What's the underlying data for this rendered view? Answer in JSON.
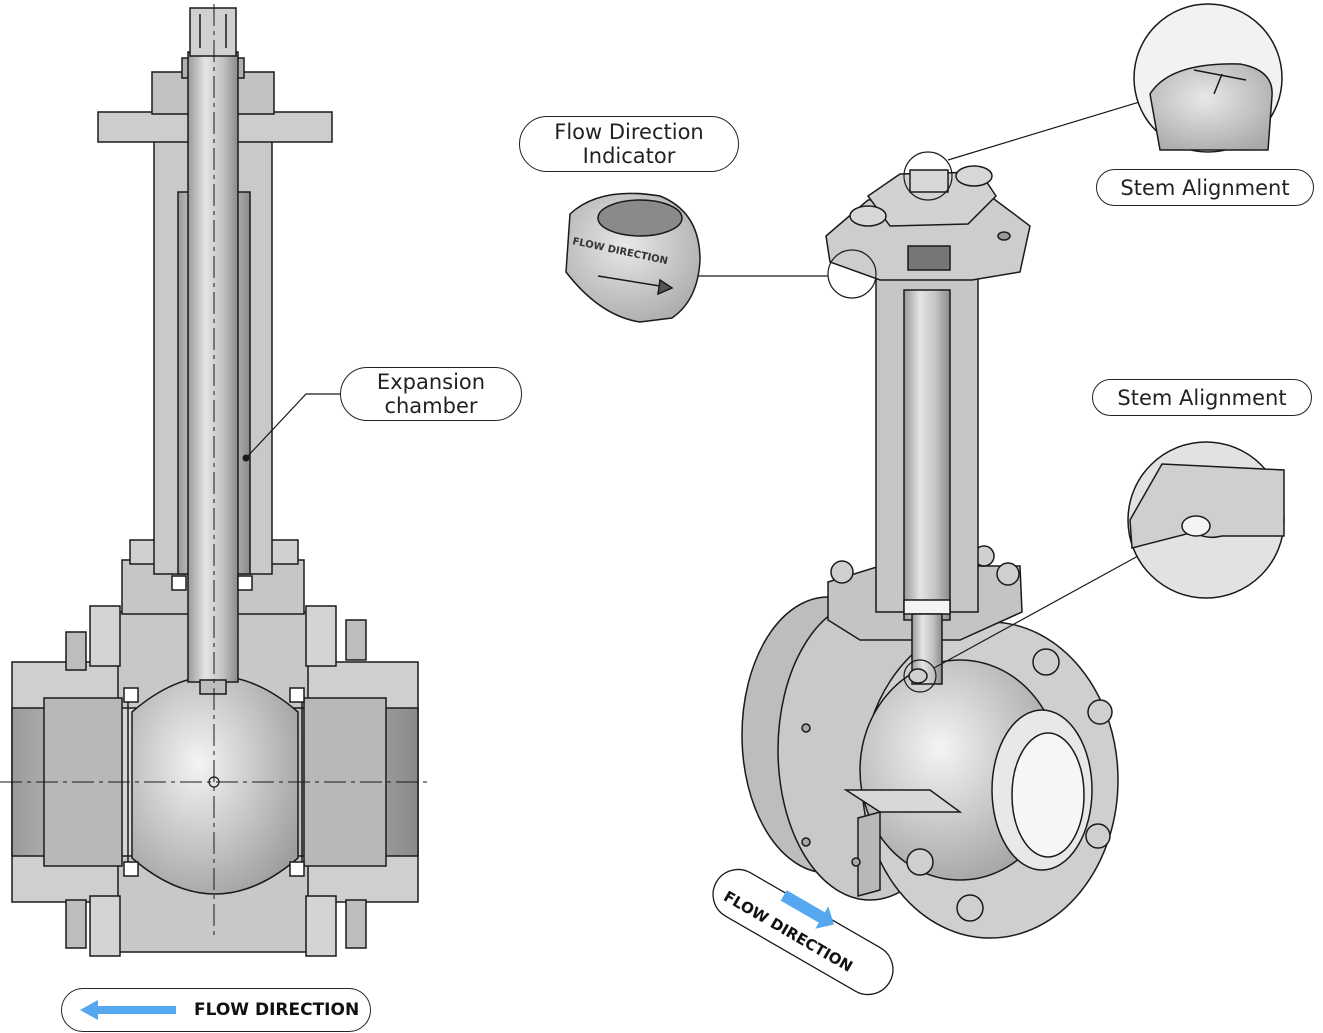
{
  "labels": {
    "flow_direction_indicator": [
      "Flow Direction",
      "Indicator"
    ],
    "stem_alignment_top": "Stem Alignment",
    "stem_alignment_bottom": "Stem Alignment",
    "expansion_chamber": [
      "Expansion",
      "chamber"
    ],
    "flow_direction_bottom": "FLOW DIRECTION",
    "flow_direction_rotated": "FLOW DIRECTION",
    "detail_flow_text": "FLOW DIRECTION"
  },
  "colors": {
    "arrow": "#55a8f0",
    "metal_light": "#d6d6d6",
    "metal_mid": "#b4b4b4",
    "metal_dark": "#8e8e8e",
    "line": "#1a1a1a"
  },
  "icons": [
    "left-arrow-icon",
    "right-arrow-icon"
  ]
}
